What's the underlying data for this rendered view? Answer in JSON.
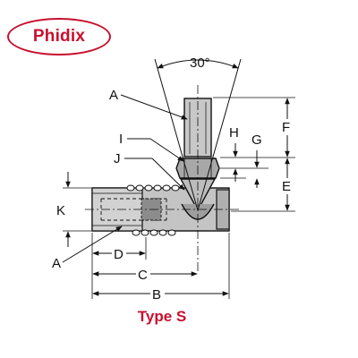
{
  "logo": {
    "text": "Phidix"
  },
  "caption": "Type S",
  "colors": {
    "brand": "#c8102e",
    "line": "#111111",
    "part_fill": "#bdbdbd",
    "part_light": "#e3e3e3"
  },
  "labels": {
    "angle": "30°",
    "A_top": "A",
    "I": "I",
    "J": "J",
    "K": "K",
    "A_bottom": "A",
    "D": "D",
    "C": "C",
    "B": "B",
    "H": "H",
    "G": "G",
    "F": "F",
    "E": "E"
  }
}
